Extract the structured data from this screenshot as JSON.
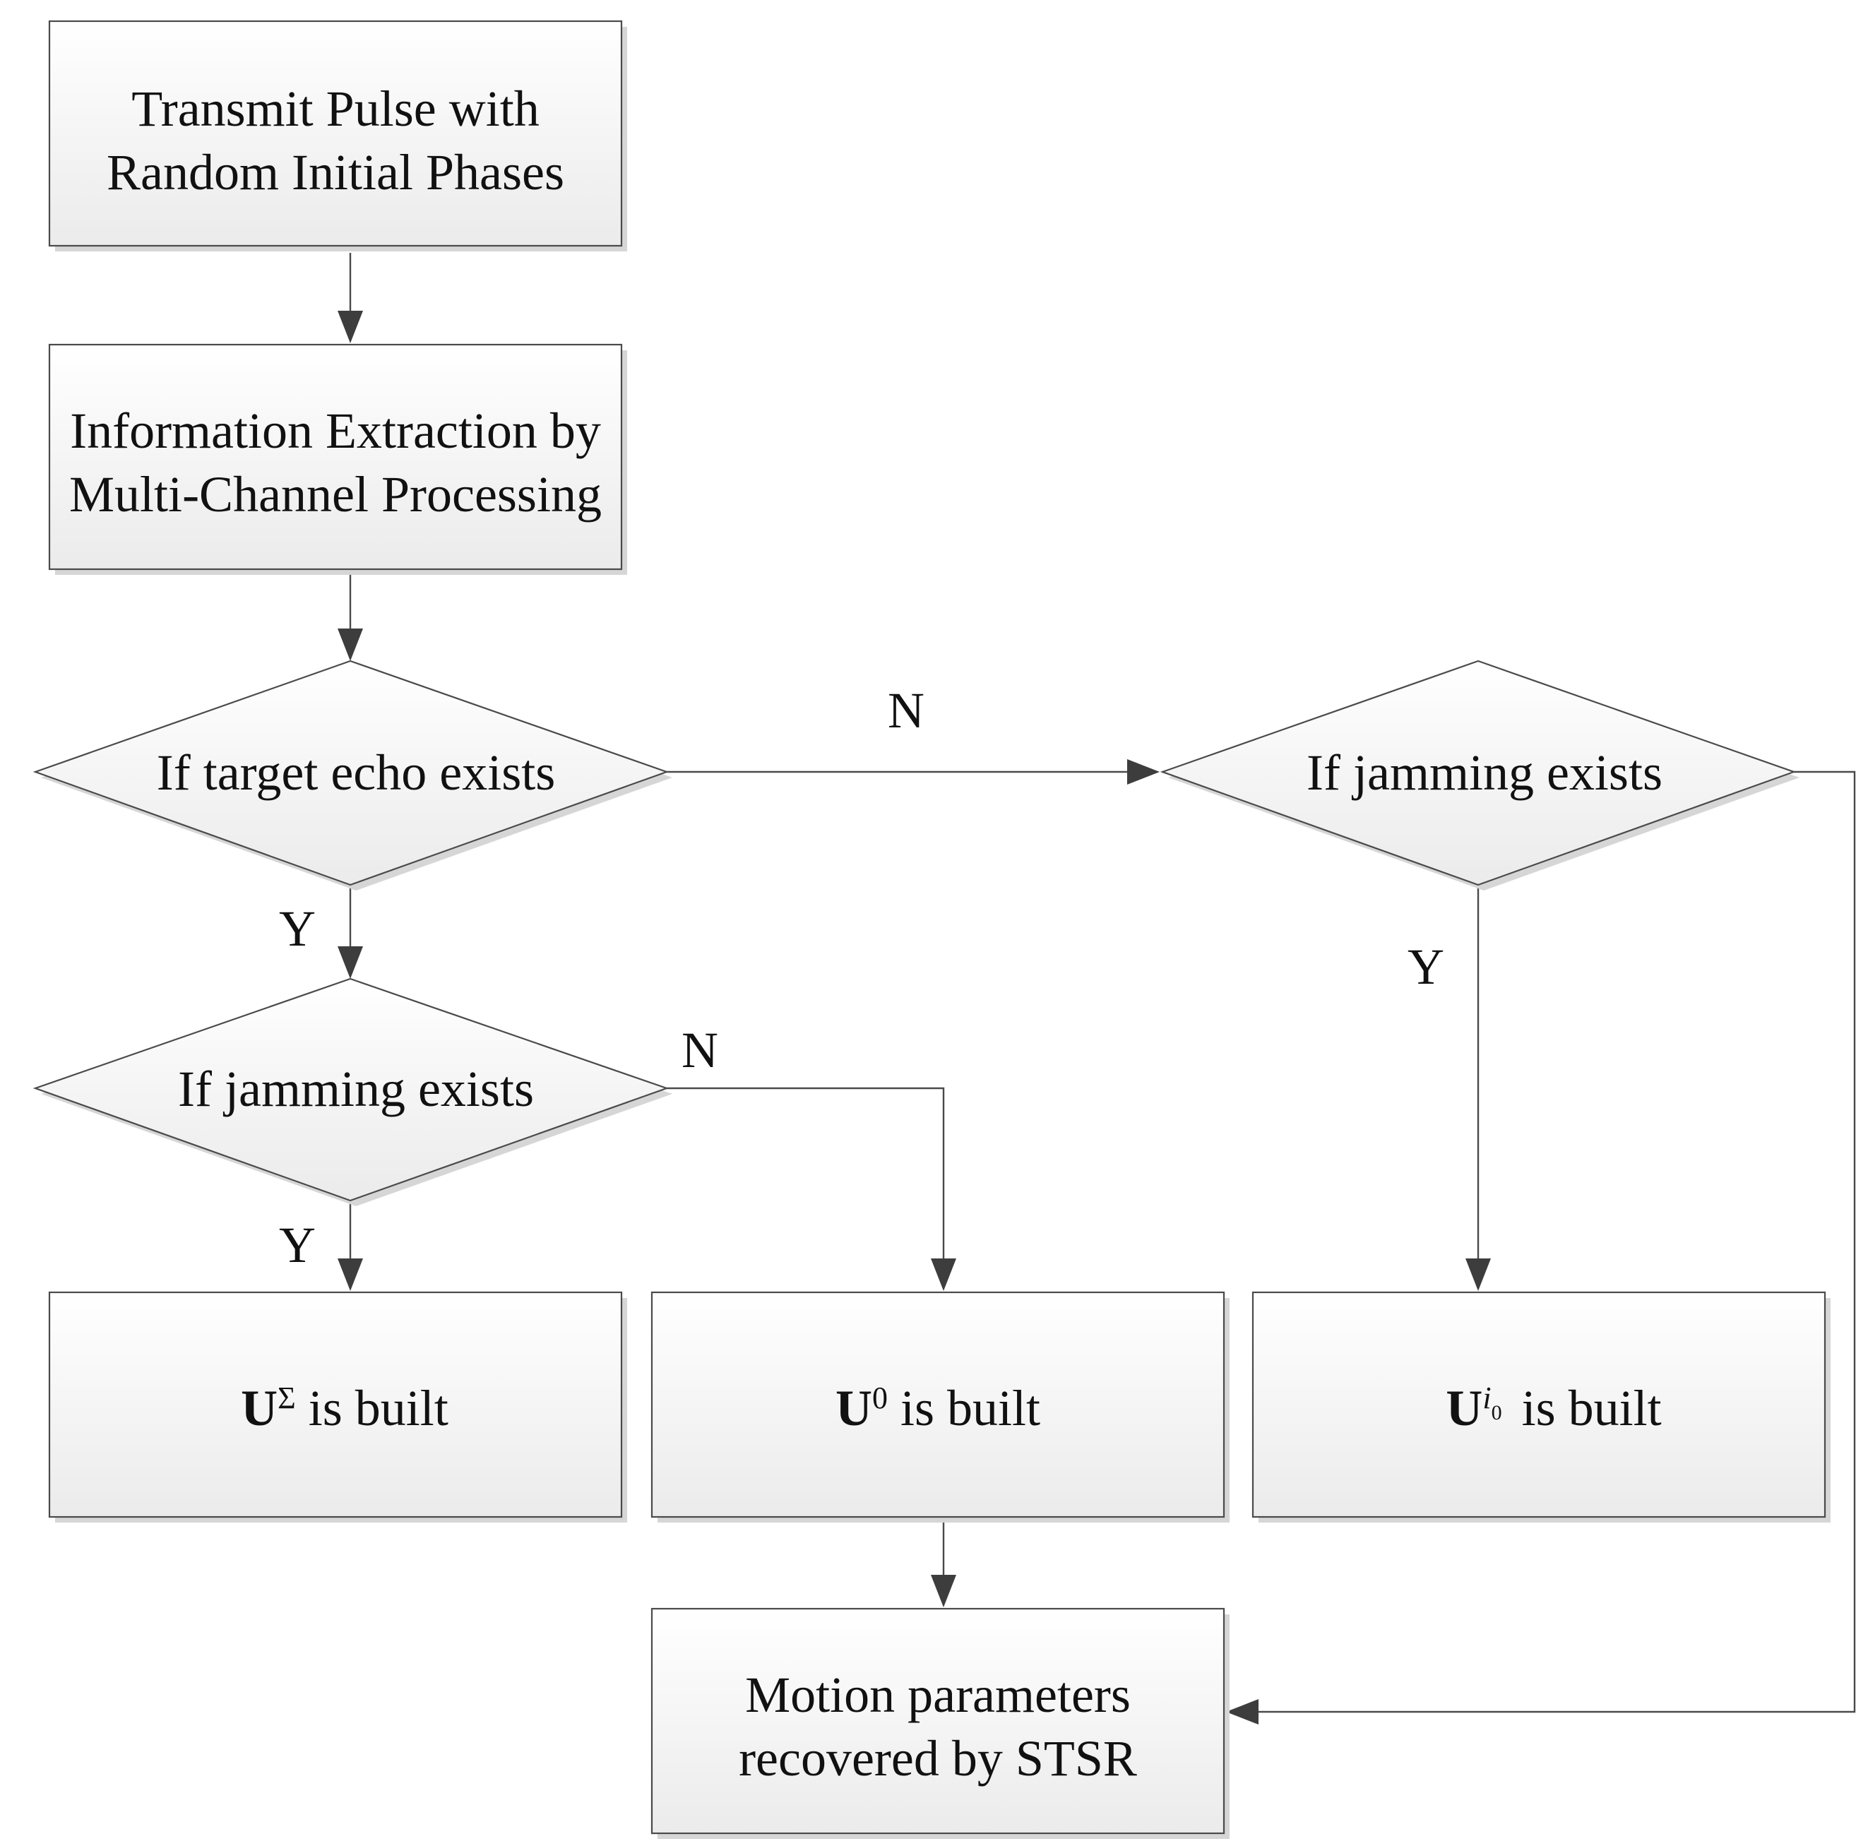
{
  "nodes": {
    "transmit": {
      "lines": [
        "Transmit Pulse with",
        "Random Initial Phases"
      ]
    },
    "extract": {
      "lines": [
        "Information Extraction by",
        "Multi-Channel Processing"
      ]
    },
    "decision_target": {
      "text": "If target echo exists"
    },
    "decision_jam_left": {
      "text": "If jamming exists"
    },
    "decision_jam_right": {
      "text": "If jamming exists"
    },
    "u_sigma": {
      "symbol": "U",
      "sup": "Σ",
      "suffix": " is built"
    },
    "u_zero": {
      "symbol": "U",
      "sup": "0",
      "suffix": " is built"
    },
    "u_i0": {
      "symbol": "U",
      "sup": "i",
      "sub": "0",
      "suffix": " is built"
    },
    "motion": {
      "lines": [
        "Motion parameters",
        "recovered by STSR"
      ]
    }
  },
  "edge_labels": {
    "target_no": "N",
    "target_yes": "Y",
    "jam_left_no": "N",
    "jam_left_yes": "Y",
    "jam_right_yes": "Y"
  },
  "colors": {
    "box_fill_top": "#ffffff",
    "box_fill_bottom": "#ebebeb",
    "stroke": "#4a4a4a",
    "text": "#111111"
  }
}
